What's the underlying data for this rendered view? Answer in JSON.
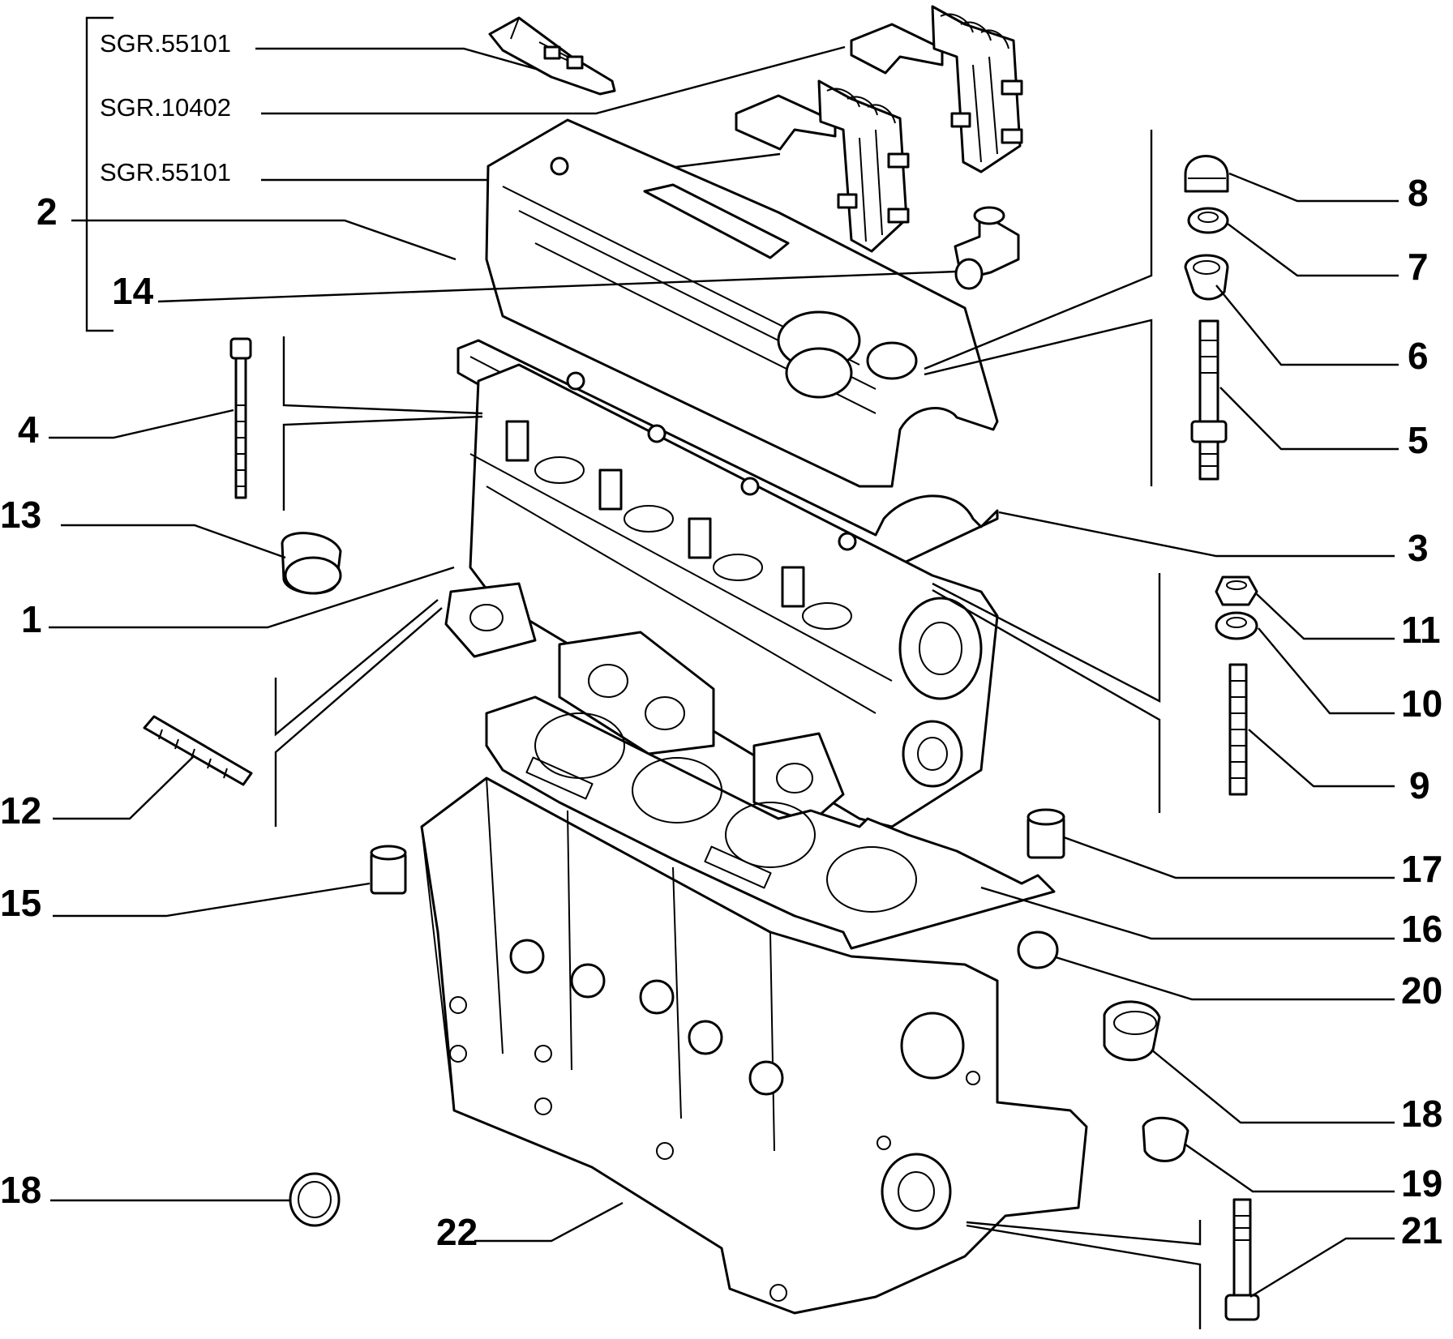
{
  "references": [
    "SGR.55101",
    "SGR.10402",
    "SGR.55101"
  ],
  "callouts": {
    "c1": "1",
    "c2": "2",
    "c3": "3",
    "c4": "4",
    "c5": "5",
    "c6": "6",
    "c7": "7",
    "c8": "8",
    "c9": "9",
    "c10": "10",
    "c11": "11",
    "c12": "12",
    "c13": "13",
    "c14": "14",
    "c15": "15",
    "c16": "16",
    "c17": "17",
    "c18a": "18",
    "c18b": "18",
    "c19": "19",
    "c20": "20",
    "c21": "21",
    "c22": "22"
  }
}
